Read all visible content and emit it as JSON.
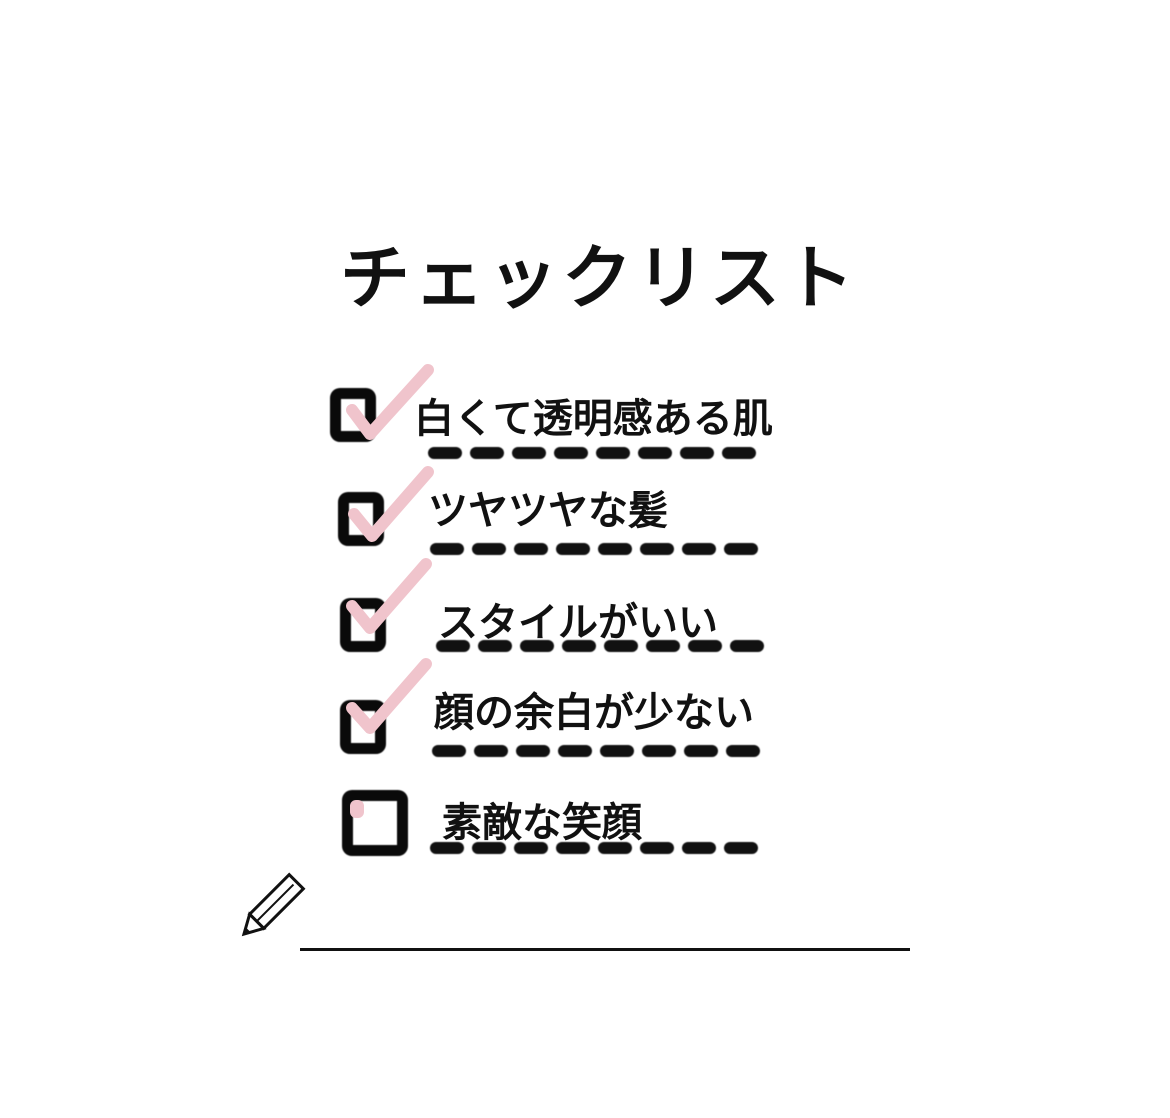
{
  "title": "チェックリスト",
  "items": [
    {
      "label": "白くて透明感ある肌",
      "checked": true
    },
    {
      "label": "ツヤツヤな髪",
      "checked": true
    },
    {
      "label": "スタイルがいい",
      "checked": true
    },
    {
      "label": "顔の余白が少ない",
      "checked": true
    },
    {
      "label": "素敵な笑顔",
      "checked": false
    }
  ],
  "colors": {
    "ink": "#111111",
    "check": "#f0c4cc",
    "background": "#ffffff"
  },
  "icons": {
    "pencil": "pencil-icon",
    "checkbox": "checkbox-icon",
    "checkmark": "checkmark-icon"
  }
}
